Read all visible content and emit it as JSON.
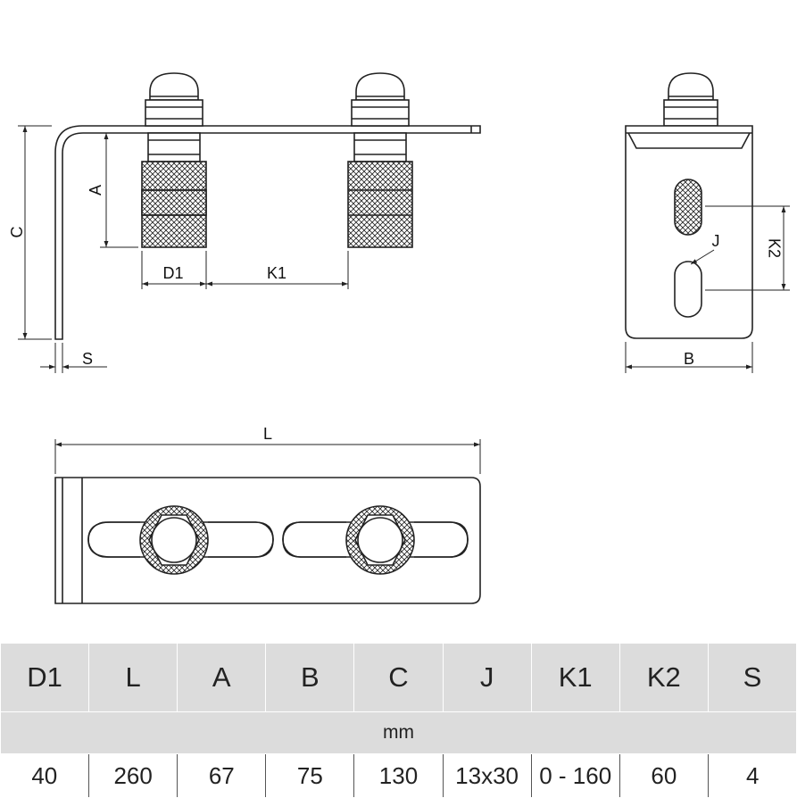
{
  "drawing": {
    "labels": {
      "C": "C",
      "A": "A",
      "D1": "D1",
      "K1": "K1",
      "S": "S",
      "J": "J",
      "K2": "K2",
      "B": "B",
      "L": "L"
    }
  },
  "table": {
    "headers": [
      "D1",
      "L",
      "A",
      "B",
      "C",
      "J",
      "K1",
      "K2",
      "S"
    ],
    "unit": "mm",
    "values": [
      "40",
      "260",
      "67",
      "75",
      "130",
      "13x30",
      "0 - 160",
      "60",
      "4"
    ]
  }
}
